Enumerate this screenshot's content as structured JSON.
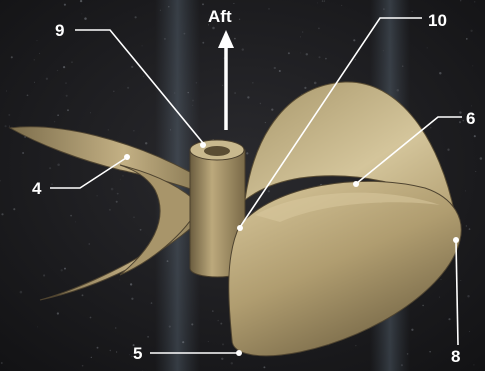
{
  "direction_label": "Aft",
  "callouts": {
    "c9": "9",
    "c10": "10",
    "c6": "6",
    "c4": "4",
    "c5": "5",
    "c8": "8"
  },
  "colors": {
    "background": "#1b1b1d",
    "blade_light": "#c7b48a",
    "blade_mid": "#9c8a62",
    "blade_dark": "#5e5136",
    "callout": "#ffffff"
  },
  "icons": [
    "aft-arrow-icon"
  ]
}
